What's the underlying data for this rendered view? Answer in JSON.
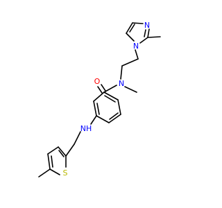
{
  "colors": {
    "background": "#ffffff",
    "bond": "#000000",
    "carbon": "#000000",
    "oxygen": "#ff0000",
    "nitrogen": "#0000ff",
    "sulfur": "#b8b800"
  },
  "atoms": [
    {
      "id": "o1",
      "label": "O",
      "element": "oxygen",
      "name": "carbonyl-oxygen"
    },
    {
      "id": "n1",
      "label": "N",
      "element": "nitrogen",
      "name": "amide-nitrogen"
    },
    {
      "id": "n2",
      "label": "N",
      "element": "nitrogen",
      "name": "imidazole-n1"
    },
    {
      "id": "n3",
      "label": "N",
      "element": "nitrogen",
      "name": "imidazole-n3"
    },
    {
      "id": "nh",
      "label": "NH",
      "element": "nitrogen",
      "name": "amine-nh"
    },
    {
      "id": "s1",
      "label": "S",
      "element": "sulfur",
      "name": "thiophene-sulfur"
    }
  ]
}
